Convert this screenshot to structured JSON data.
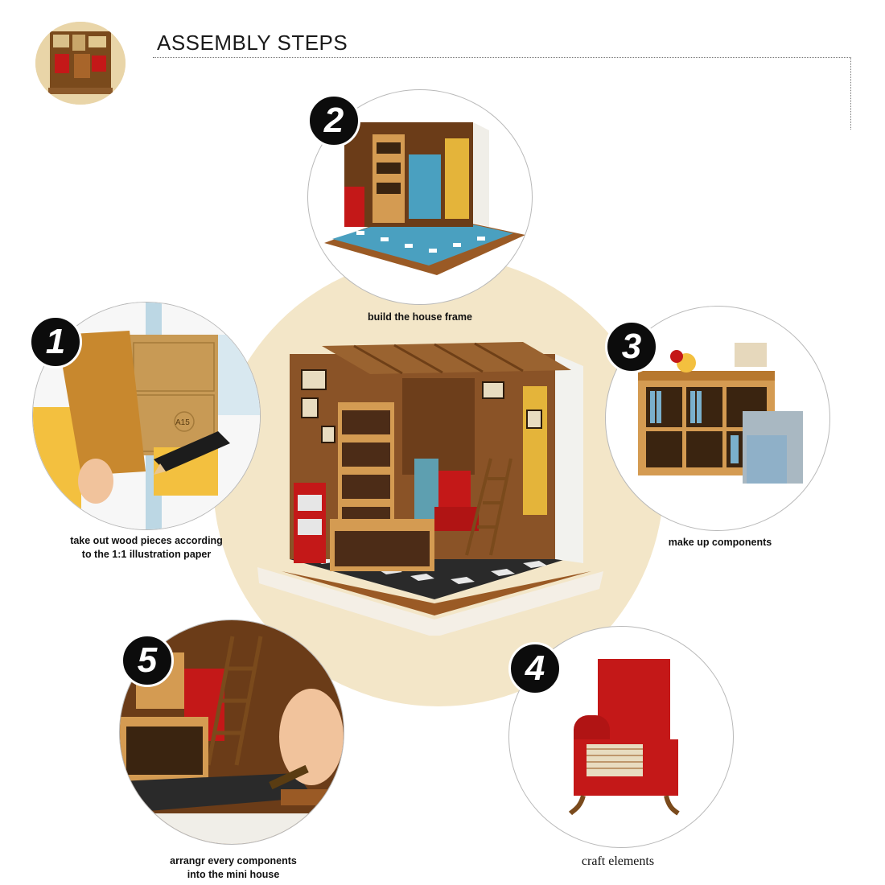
{
  "header": {
    "title": "ASSEMBLY STEPS"
  },
  "steps": [
    {
      "number": "1",
      "caption_line1": "take out wood pieces according",
      "caption_line2": "to the 1:1 illustration paper"
    },
    {
      "number": "2",
      "caption_line1": "build the house frame"
    },
    {
      "number": "3",
      "caption_line1": "make up components"
    },
    {
      "number": "4",
      "caption_line1": "craft elements"
    },
    {
      "number": "5",
      "caption_line1": "arrangr every components",
      "caption_line2": "into the mini house"
    }
  ],
  "illustration_labels": {
    "paper_code": "A15"
  },
  "colors": {
    "background_disc": "#f3e6c8",
    "badge": "#0c0c0c",
    "wood": "#b5772f",
    "chair_red": "#c41818",
    "floor_tile": "#56a8c4"
  }
}
